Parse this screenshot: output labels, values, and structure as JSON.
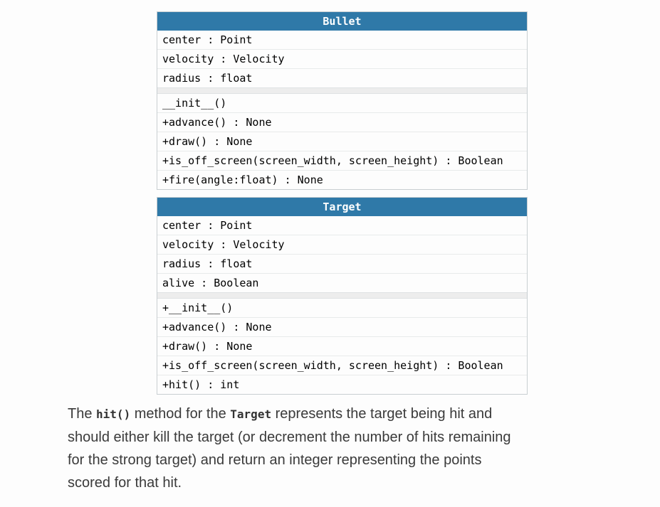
{
  "classes": [
    {
      "title": "Bullet",
      "attributes": [
        "center : Point",
        "velocity : Velocity",
        "radius : float"
      ],
      "methods": [
        "__init__()",
        "+advance() : None",
        "+draw() : None",
        "+is_off_screen(screen_width, screen_height) : Boolean",
        "+fire(angle:float) : None"
      ]
    },
    {
      "title": "Target",
      "attributes": [
        "center : Point",
        "velocity : Velocity",
        "radius : float",
        "alive : Boolean"
      ],
      "methods": [
        "+__init__()",
        "+advance() : None",
        "+draw() : None",
        "+is_off_screen(screen_width, screen_height) : Boolean",
        "+hit() : int"
      ]
    }
  ],
  "paragraph": {
    "full_text": "The hit() method for the Target represents the target being hit and should either kill the target (or decrement the number of hits remaining for the strong target) and return an integer representing the points scored for that hit.",
    "lines": [
      {
        "runs": [
          {
            "t": "The ",
            "code": false
          },
          {
            "t": "hit()",
            "code": true
          },
          {
            "t": " method for the ",
            "code": false
          },
          {
            "t": "Target",
            "code": true
          },
          {
            "t": " represents the target being hit and",
            "code": false
          }
        ]
      },
      {
        "runs": [
          {
            "t": "should either kill the target (or decrement the number of hits remaining",
            "code": false
          }
        ]
      },
      {
        "runs": [
          {
            "t": "for the strong target) and return an integer representing the points",
            "code": false
          }
        ]
      },
      {
        "runs": [
          {
            "t": "scored for that hit.",
            "code": false
          }
        ]
      }
    ]
  },
  "colors": {
    "header_bg": "#2f79a8",
    "header_text": "#ffffff",
    "table_border": "#c9cfd2",
    "row_divider": "#e8ebeb",
    "separator_bg": "#ededed",
    "page_bg": "#fdfdfd",
    "member_text": "#000000",
    "body_text": "#3a3a3a"
  }
}
